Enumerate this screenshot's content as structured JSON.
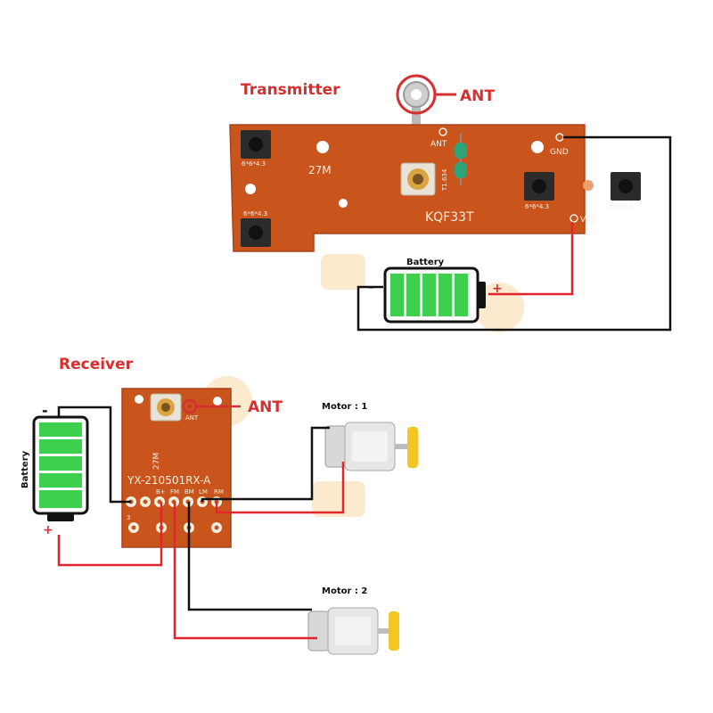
{
  "transmitter": {
    "title": "Transmitter",
    "ant_annotation": "ANT",
    "board": {
      "ant_label": "ANT",
      "gnd_label": "GND",
      "vcc_label": "VCC",
      "freq_label": "27M",
      "model_label": "KQF33T",
      "coil_label": "T1.634",
      "button_size_label": "6*6*4.3"
    },
    "battery_label": "Battery",
    "battery_minus": "-",
    "battery_plus": "+"
  },
  "receiver": {
    "title": "Receiver",
    "ant_annotation": "ANT",
    "board": {
      "ant_label": "ANT",
      "freq_label": "27M",
      "model_label": "YX-210501RX-A",
      "pin_labels": [
        "B+",
        "FM",
        "BM",
        "LM",
        "RM"
      ],
      "pin_number": "3"
    },
    "battery_label": "Battery",
    "battery_minus": "-",
    "battery_plus": "+",
    "motor1_label": "Motor : 1",
    "motor2_label": "Motor : 2"
  },
  "colors": {
    "pcb": "#c9541c",
    "pcb_dark": "#a8431a",
    "battery_green": "#3fcf4f",
    "wire_red": "#e0262a",
    "wire_black": "#111111",
    "annotation_red": "#d62f2f",
    "motor_yellow": "#f3c623"
  }
}
